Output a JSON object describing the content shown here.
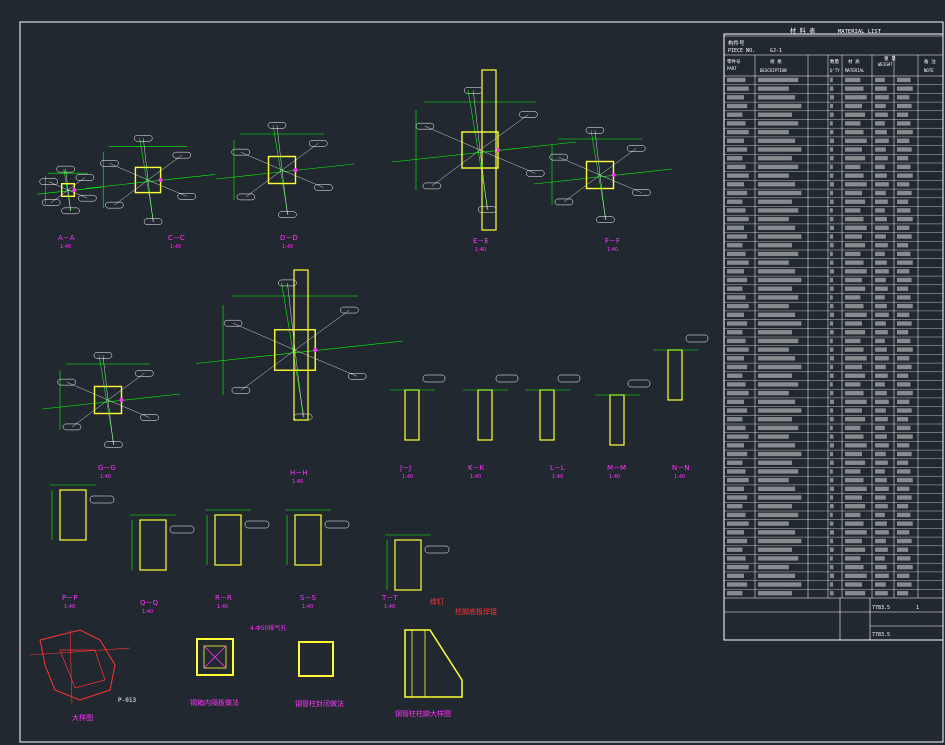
{
  "material_list": {
    "title_cn": "材 料 表",
    "title_en": "MATERIAL LIST",
    "piece_label_cn": "构件号",
    "piece_label_en": "PIECE NO.",
    "piece_no": "GJ-1",
    "headers": {
      "part_cn": "零件号",
      "part_en": "PART",
      "spec_cn": "规 格",
      "spec_en": "DESCRIPTION",
      "qty_cn": "数量",
      "qty_en": "Q'TY",
      "material_cn": "材 质",
      "material_en": "MATERIAL",
      "weight_cn": "重 量",
      "weight_en": "WEIGHT",
      "note_cn": "备 注",
      "note_en": "NOTE"
    },
    "rows": 60,
    "total_weight": "7783.5",
    "total_weight_2": "7783.5",
    "unit_mark": "1"
  },
  "sections": [
    {
      "label": "A－A",
      "scale": "1:40"
    },
    {
      "label": "C－C",
      "scale": "1:40"
    },
    {
      "label": "D－D",
      "scale": "1:40"
    },
    {
      "label": "E－E",
      "scale": "1:40"
    },
    {
      "label": "F－F",
      "scale": "1:40"
    },
    {
      "label": "G－G",
      "scale": "1:40"
    },
    {
      "label": "H－H",
      "scale": "1:40"
    },
    {
      "label": "J－J",
      "scale": "1:40"
    },
    {
      "label": "K－K",
      "scale": "1:40"
    },
    {
      "label": "L－L",
      "scale": "1:40"
    },
    {
      "label": "M－M",
      "scale": "1:40"
    },
    {
      "label": "N－N",
      "scale": "1:40"
    },
    {
      "label": "P－P",
      "scale": "1:40"
    },
    {
      "label": "Q－Q",
      "scale": "1:40"
    },
    {
      "label": "R－R",
      "scale": "1:40"
    },
    {
      "label": "S－S",
      "scale": "1:40"
    },
    {
      "label": "T－T",
      "scale": "1:40"
    }
  ],
  "details": {
    "detail1_label": "大样图",
    "detail1_part": "P-013",
    "detail2_label": "钢箱内隔板做法",
    "detail2_note": "4-Φ50排气孔",
    "detail3_label": "钢管柱封闭做法",
    "detail4_label": "钢管柱柱脚大样图",
    "detail4_note1": "焊钉",
    "detail4_note2": "柱脚底板焊接"
  },
  "colors": {
    "background": "#222830",
    "frame": "#ffffff",
    "dimension": "#00ff00",
    "member": "#ffff33",
    "label": "#ff33ff",
    "detail": "#ff3333"
  }
}
